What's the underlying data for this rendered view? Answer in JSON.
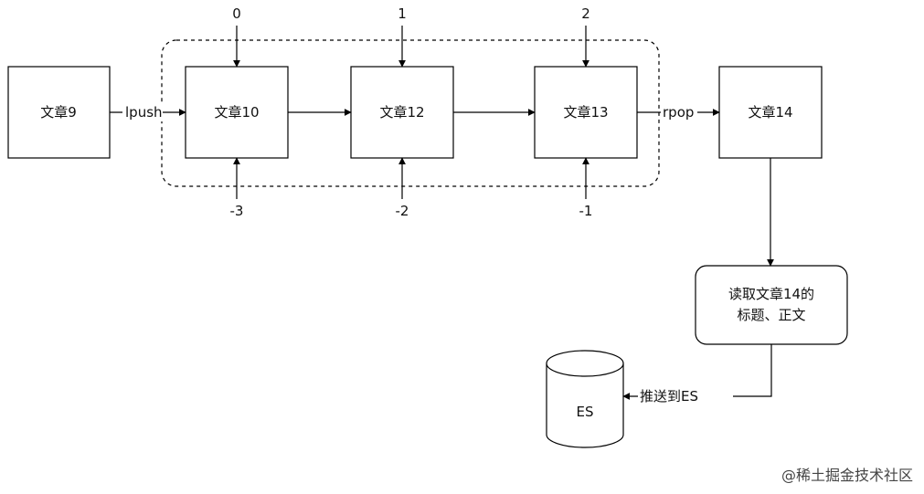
{
  "nodes": {
    "a9": "文章9",
    "a10": "文章10",
    "a12": "文章12",
    "a13": "文章13",
    "a14": "文章14",
    "read_line1": "读取文章14的",
    "read_line2": "标题、正文",
    "es": "ES"
  },
  "edges": {
    "lpush": "lpush",
    "rpop": "rpop",
    "push_es": "推送到ES"
  },
  "indices": {
    "top": [
      "0",
      "1",
      "2"
    ],
    "bottom": [
      "-3",
      "-2",
      "-1"
    ]
  },
  "watermark": "@稀土掘金技术社区"
}
